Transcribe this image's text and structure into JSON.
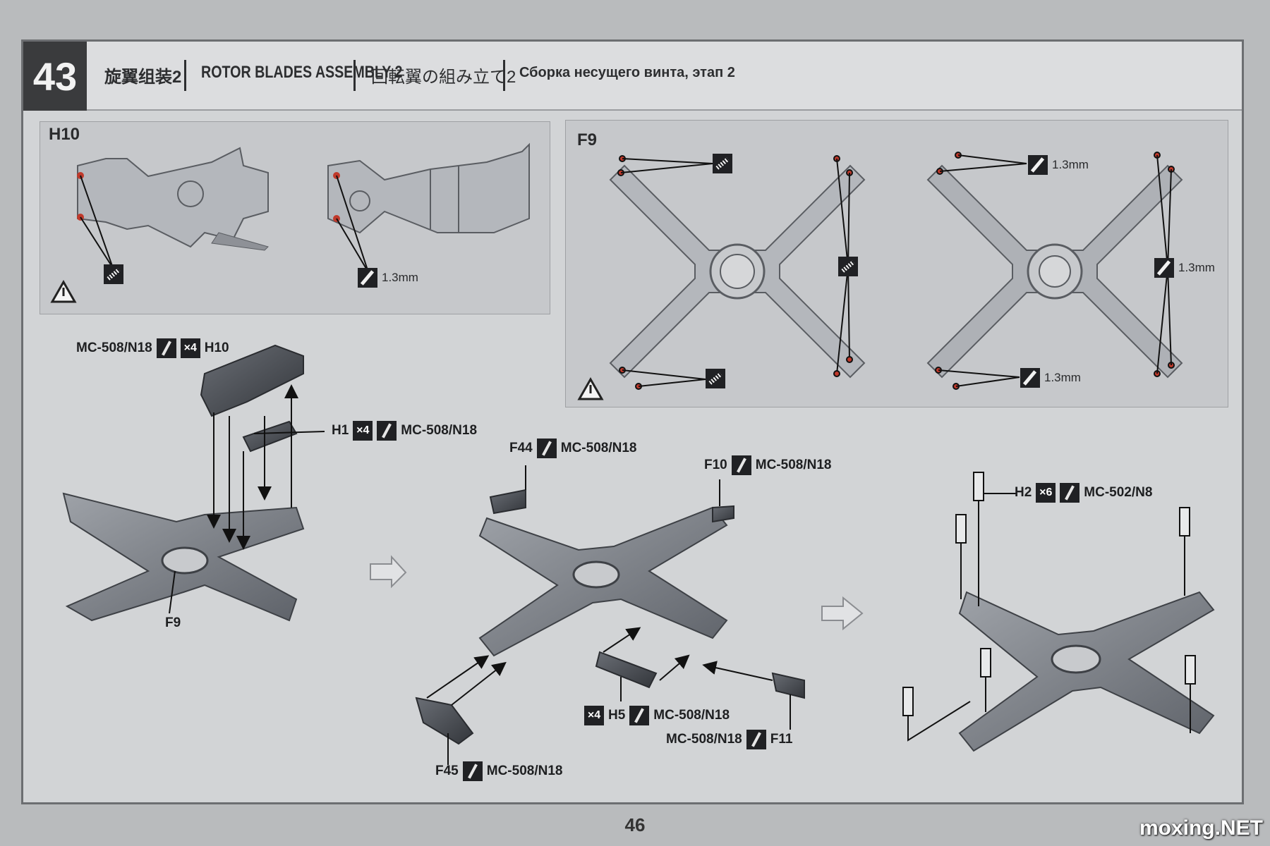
{
  "header": {
    "step": "43",
    "title_zh": "旋翼组装2",
    "title_en": "ROTOR BLADES ASSEMBLY 2",
    "title_ja": "回転翼の組み立て2",
    "title_ru": "Сборка несущего винта, этап 2"
  },
  "panel_h10": {
    "label": "H10",
    "measure": "1.3mm"
  },
  "panel_f9": {
    "label": "F9",
    "measure_1": "1.3mm",
    "measure_2": "1.3mm",
    "measure_3": "1.3mm"
  },
  "step_a": {
    "h10_tool": "MC-508/N18",
    "h10_count": "×4",
    "h10_part": "H10",
    "h1_part": "H1",
    "h1_count": "×4",
    "h1_tool": "MC-508/N18",
    "f9_part": "F9"
  },
  "step_b": {
    "f44_part": "F44",
    "f44_tool": "MC-508/N18",
    "f10_part": "F10",
    "f10_tool": "MC-508/N18",
    "h5_count": "×4",
    "h5_part": "H5",
    "h5_tool": "MC-508/N18",
    "f11_tool": "MC-508/N18",
    "f11_part": "F11",
    "f45_part": "F45",
    "f45_tool": "MC-508/N18"
  },
  "step_c": {
    "h2_part": "H2",
    "h2_count": "×6",
    "h2_tool": "MC-502/N8"
  },
  "page_number": "46",
  "watermark": "moxing.NET"
}
